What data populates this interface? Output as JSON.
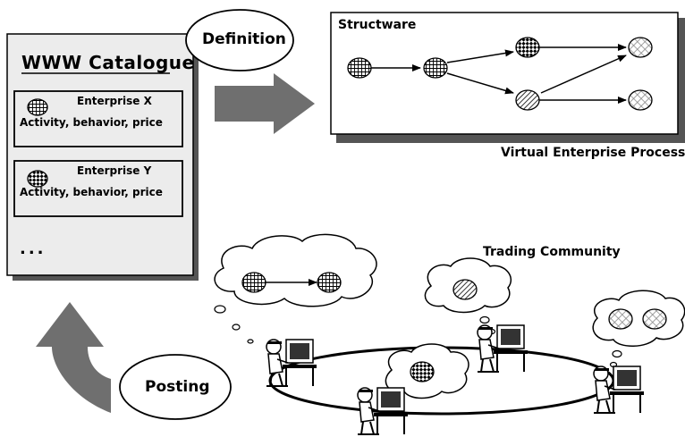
{
  "catalogue": {
    "title": "WWW Catalogue",
    "entries": [
      {
        "name": "Enterprise X",
        "attributes": "Activity, behavior, price",
        "pattern": "grid"
      },
      {
        "name": "Enterprise Y",
        "attributes": "Activity, behavior, price",
        "pattern": "checker"
      }
    ],
    "more": "..."
  },
  "labels": {
    "definition": "Definition",
    "posting": "Posting",
    "structware": "Structware",
    "virtual_process": "Virtual Enterprise Process",
    "trading_community": "Trading Community"
  },
  "colors": {
    "panel_fill": "#ececec",
    "shadow": "#555555",
    "big_arrow": "#6f6f6f",
    "outline": "#000000"
  },
  "icons": [
    "person-at-computer-icon",
    "thought-cloud-icon"
  ]
}
